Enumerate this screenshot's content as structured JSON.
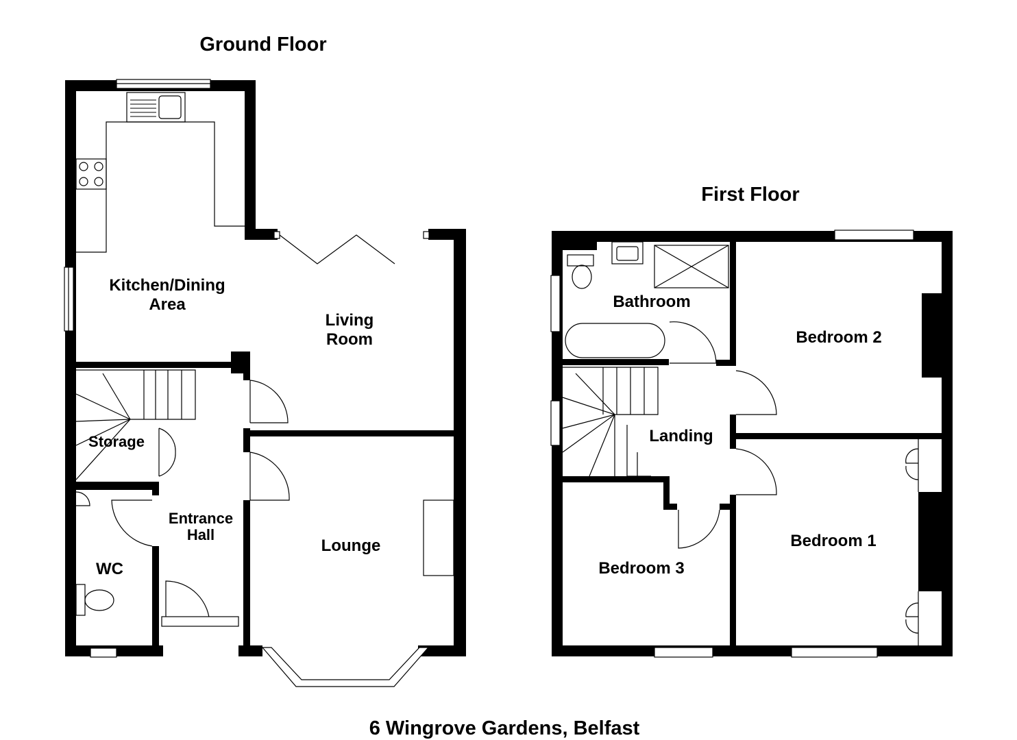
{
  "ground_floor": {
    "title": "Ground Floor",
    "rooms": {
      "kitchen_line1": "Kitchen/Dining",
      "kitchen_line2": "Area",
      "living_line1": "Living",
      "living_line2": "Room",
      "storage": "Storage",
      "entrance_line1": "Entrance",
      "entrance_line2": "Hall",
      "wc": "WC",
      "lounge": "Lounge"
    }
  },
  "first_floor": {
    "title": "First Floor",
    "rooms": {
      "bathroom": "Bathroom",
      "bedroom2": "Bedroom 2",
      "landing": "Landing",
      "bedroom1": "Bedroom 1",
      "bedroom3": "Bedroom 3"
    }
  },
  "address": "6 Wingrove Gardens, Belfast"
}
